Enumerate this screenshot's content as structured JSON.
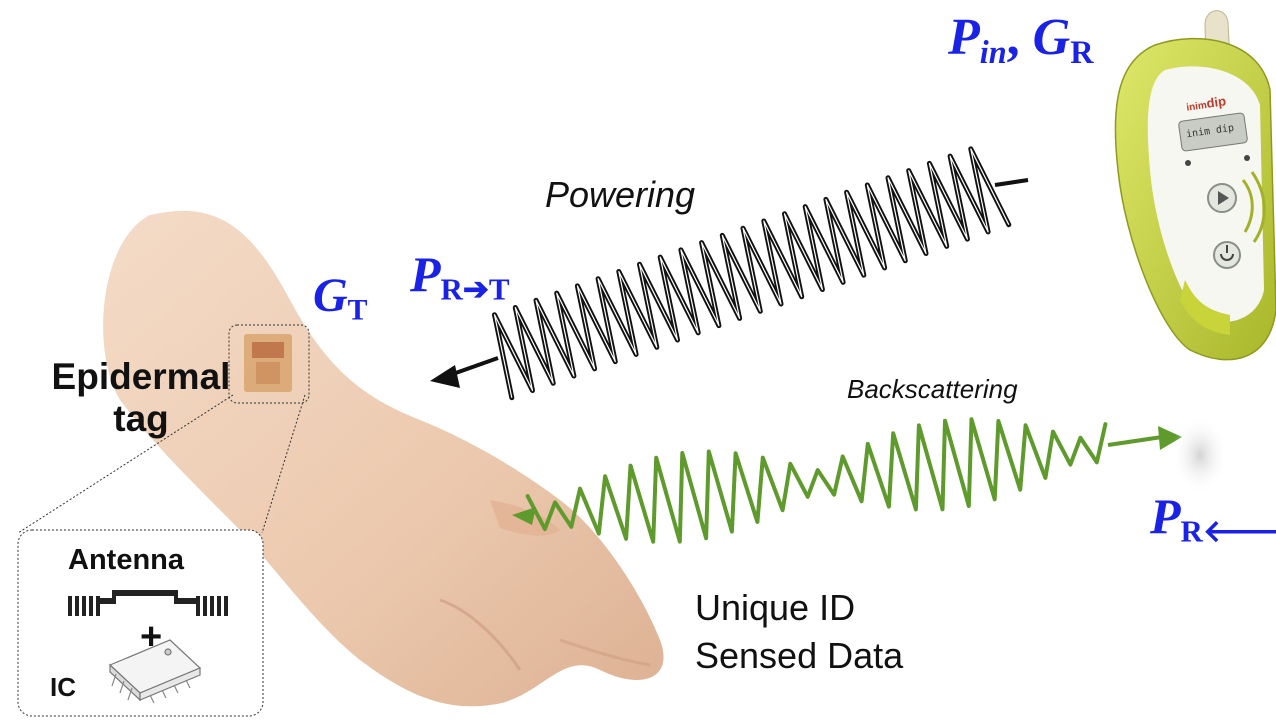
{
  "labels": {
    "powering": "Powering",
    "backscattering": "Backscattering",
    "epidermal_line1": "Epidermal",
    "epidermal_line2": "tag",
    "antenna": "Antenna",
    "plus": "+",
    "ic": "IC",
    "data_line1": "Unique ID",
    "data_line2": "Sensed Data"
  },
  "symbols": {
    "p_in_main": "P",
    "p_in_sub": "in",
    "separator": ",",
    "g_r_main": "G",
    "g_r_sub": "R",
    "g_t_main": "G",
    "g_t_sub": "T",
    "p_r_to_t_main": "P",
    "p_r_to_t_sub": "R➔T",
    "p_r_from_t_main": "P",
    "p_r_from_t_sub": "R🡐T"
  },
  "device": {
    "brand": "inim",
    "brand2": "dip",
    "screen_text": "inim dip"
  },
  "colors": {
    "symbol_blue": "#1a22e6",
    "powering_wave": "#111111",
    "backscatter_wave": "#5f9a2d",
    "device_green": "#c8d43a",
    "skin": "#e8c4a8"
  }
}
